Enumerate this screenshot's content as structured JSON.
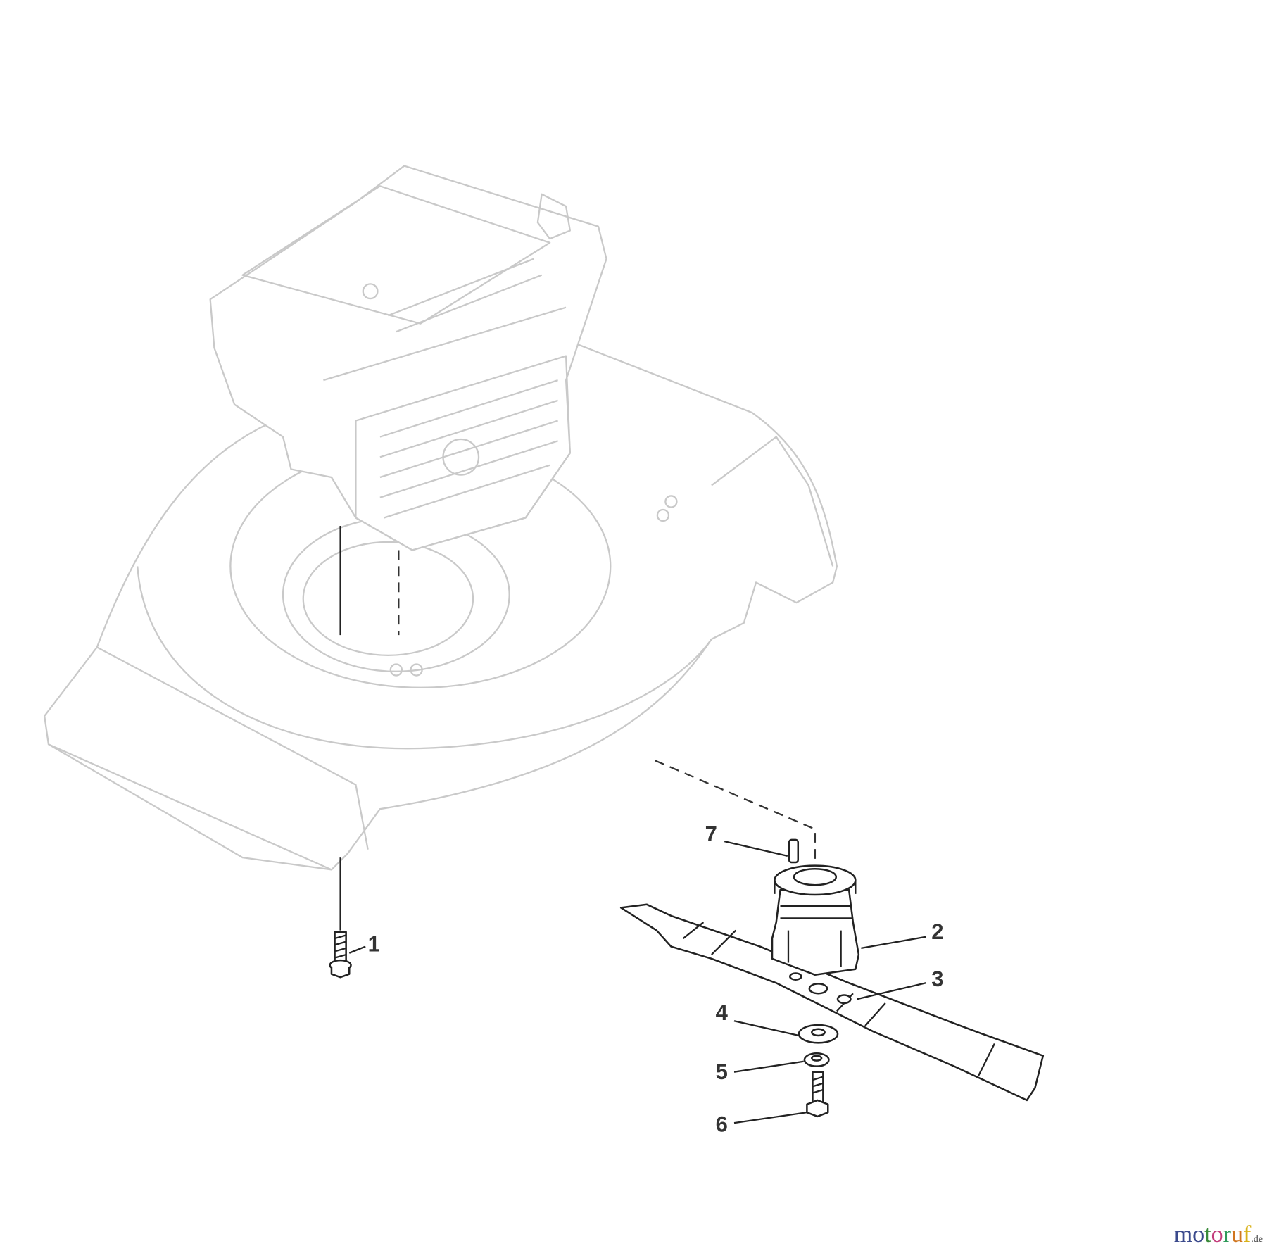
{
  "callouts": [
    {
      "id": "1",
      "label": "1"
    },
    {
      "id": "2",
      "label": "2"
    },
    {
      "id": "3",
      "label": "3"
    },
    {
      "id": "4",
      "label": "4"
    },
    {
      "id": "5",
      "label": "5"
    },
    {
      "id": "6",
      "label": "6"
    },
    {
      "id": "7",
      "label": "7"
    }
  ],
  "watermark": {
    "letters": [
      "m",
      "o",
      "t",
      "o",
      "r",
      "u",
      "f"
    ],
    "letter_colors": [
      "#3b4a8c",
      "#3b4a8c",
      "#3a8a3a",
      "#c23b7a",
      "#2f9a5a",
      "#d0761f",
      "#d9b21a"
    ],
    "suffix": ".de"
  }
}
